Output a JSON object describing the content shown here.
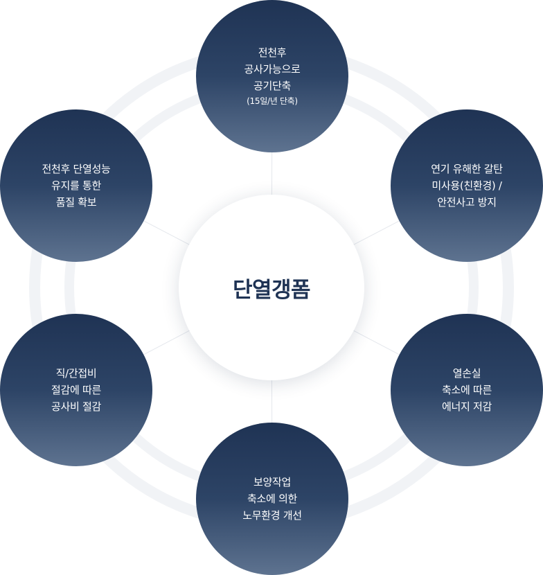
{
  "center": {
    "title": "단열갱폼"
  },
  "nodes": [
    {
      "id": "top",
      "lines": [
        "전천후",
        "공사가능으로",
        "공기단축"
      ],
      "sub": "(15일/년 단축)"
    },
    {
      "id": "tr",
      "lines": [
        "연기 유해한 갈탄",
        "미사용(친환경) /",
        "안전사고 방지"
      ]
    },
    {
      "id": "br",
      "lines": [
        "열손실",
        "축소에 따른",
        "에너지 저감"
      ]
    },
    {
      "id": "bottom",
      "lines": [
        "보양작업",
        "축소에 의한",
        "노무환경 개선"
      ]
    },
    {
      "id": "bl",
      "lines": [
        "직/간접비",
        "절감에 따른",
        "공사비 절감"
      ]
    },
    {
      "id": "tl",
      "lines": [
        "전천후 단열성능",
        "유지를 통한",
        "품질 확보"
      ]
    }
  ],
  "colors": {
    "node_top": "#1f3354",
    "node_bottom": "#5e7390",
    "ring": "#f1f3f6",
    "connector": "#e4e7ec",
    "center_text": "#1f3354"
  }
}
